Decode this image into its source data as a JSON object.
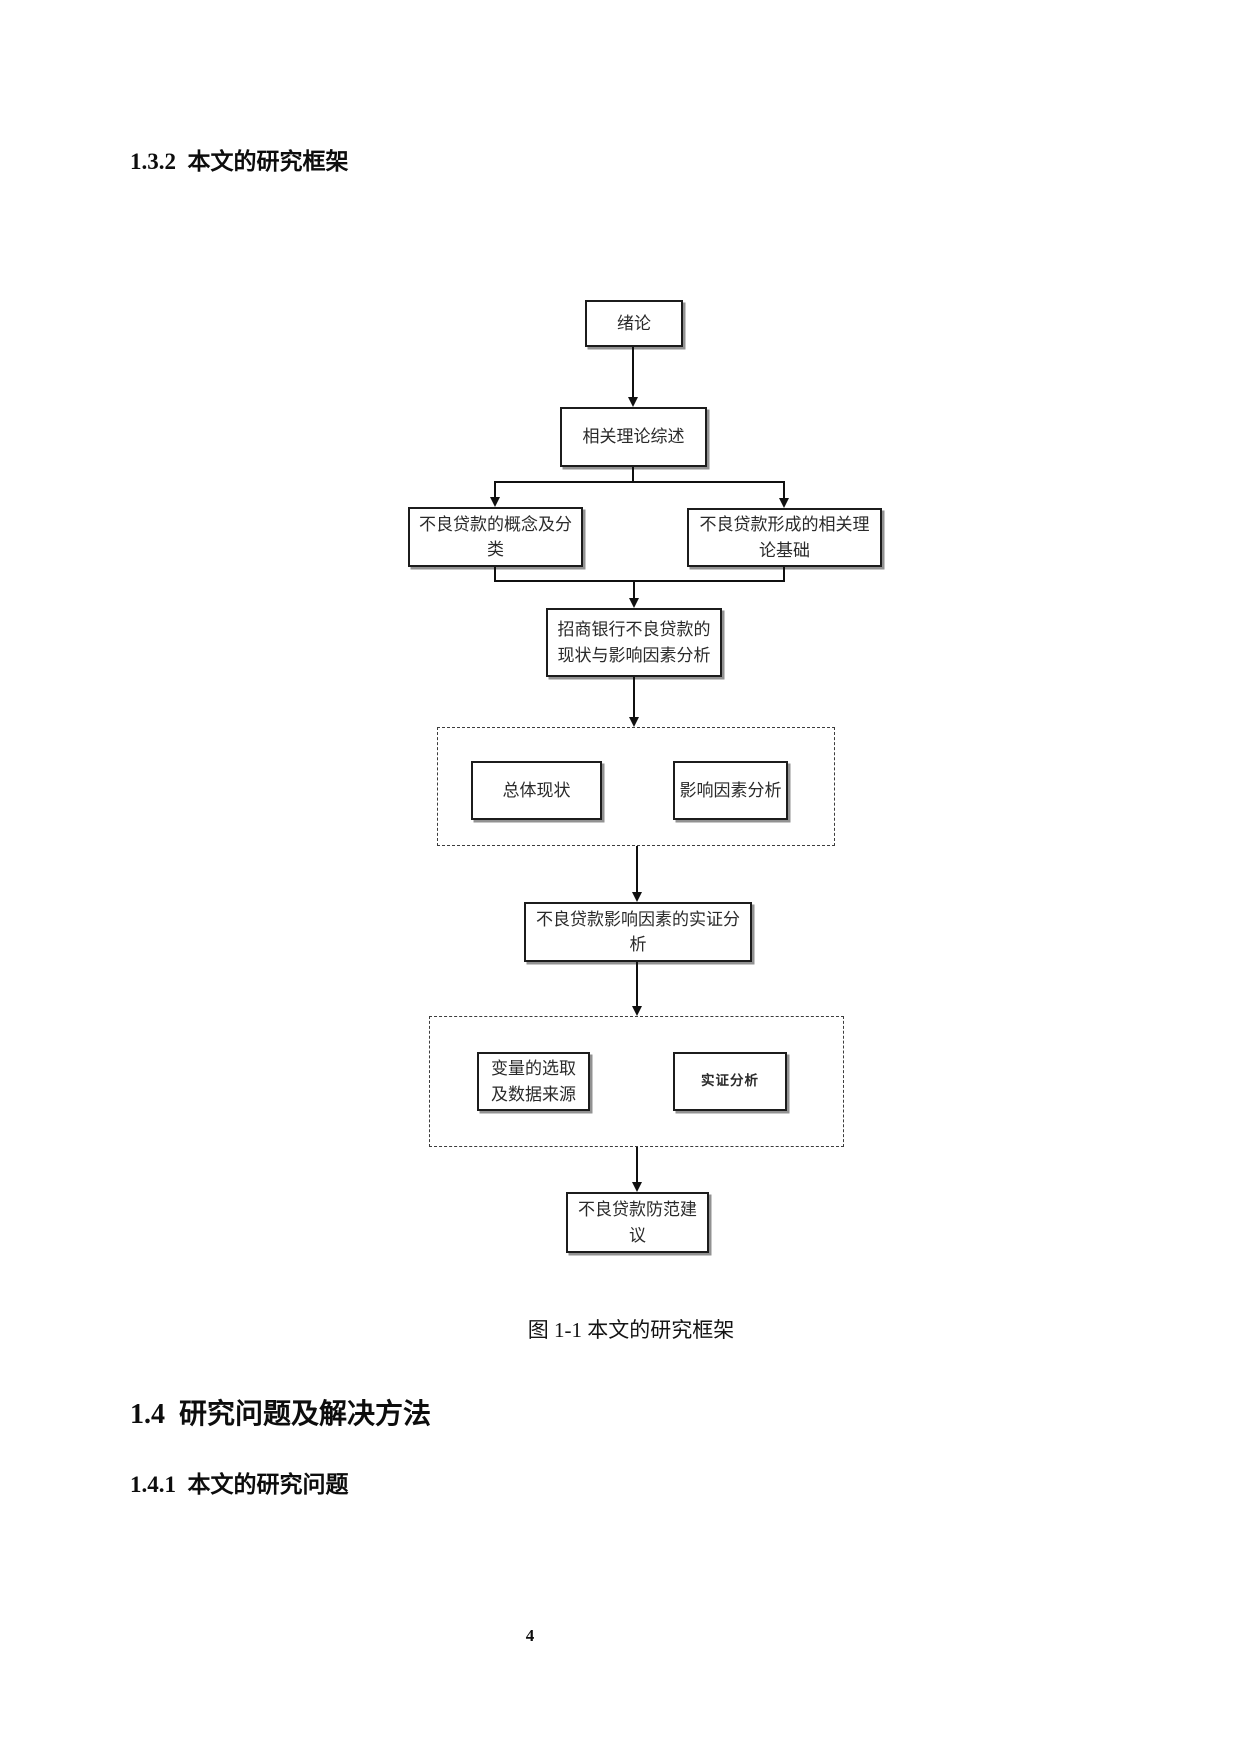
{
  "document": {
    "section_heading_132": "1.3.2  本文的研究框架",
    "figure_caption": "图  1-1  本文的研究框架",
    "section_heading_14": "1.4  研究问题及解决方法",
    "section_heading_141": "1.4.1  本文的研究问题",
    "page_number": "4"
  },
  "flowchart": {
    "nodes": {
      "introduction": "绪论",
      "theory_review": "相关理论综述",
      "npl_concept": "不良贷款的概念及分类",
      "npl_formation_theory": "不良贷款形成的相关理论基础",
      "cmb_npl_status": "招商银行不良贷款的现状与影响因素分析",
      "overall_status": "总体现状",
      "influence_factor_analysis": "影响因素分析",
      "empirical_analysis_of_factors": "不良贷款影响因素的实证分析",
      "variable_selection": "变量的选取及数据来源",
      "empirical_analysis": "实证分析",
      "prevention_suggestions": "不良贷款防范建议"
    }
  }
}
